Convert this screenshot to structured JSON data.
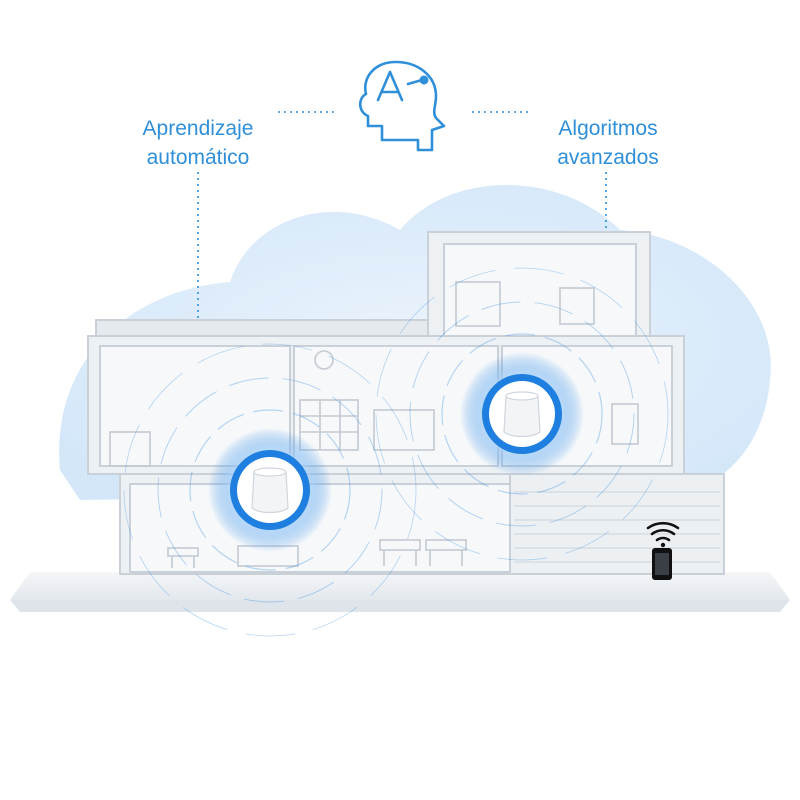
{
  "labels": {
    "left_line1": "Aprendizaje",
    "left_line2": "automático",
    "right_line1": "Algoritmos",
    "right_line2": "avanzados"
  },
  "center_icon": {
    "name": "ai-head-icon",
    "letter": "A"
  },
  "devices": [
    {
      "name": "mesh-router",
      "count": 2
    },
    {
      "name": "smartphone",
      "count": 1
    }
  ],
  "colors": {
    "accent": "#2f8fd8",
    "cloud": "#dcebfa",
    "signal": "#1e7fe0",
    "house": "#eef1f4",
    "house_line": "#c9d0d8"
  }
}
